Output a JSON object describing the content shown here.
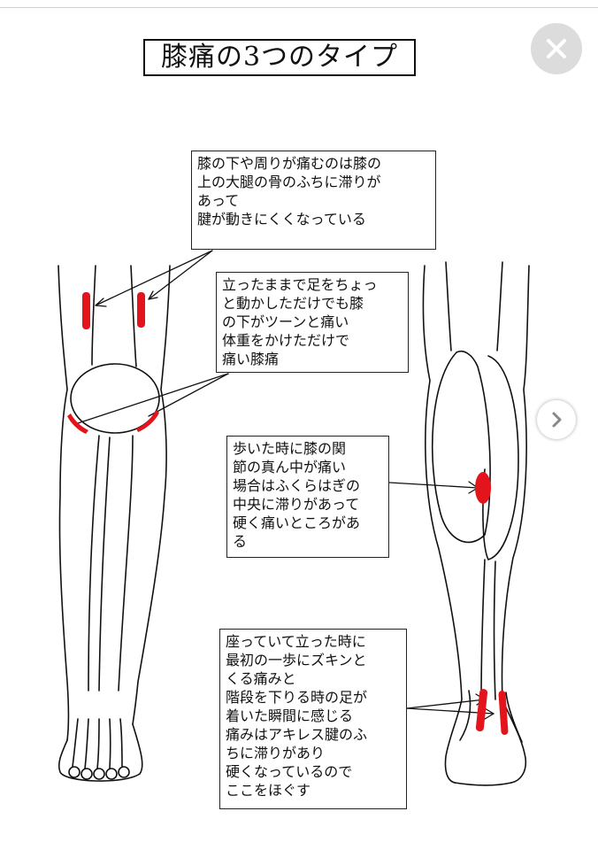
{
  "title": "膝痛の3つのタイプ",
  "controls": {
    "close_icon": "close-icon",
    "next_icon": "chevron-right-icon"
  },
  "notes": [
    "膝の下や周りが痛むのは膝の\n上の大腿の骨のふちに滞りが\nあって\n腱が動きにくくなっている",
    "立ったままで足をちょっ\nと動かしただけでも膝\nの下がツーンと痛い\n体重をかけただけで\n痛い膝痛",
    "歩いた時に膝の関\n節の真ん中が痛い\n場合はふくらはぎの\n中央に滞りがあって\n硬く痛いところがあ\nる",
    "座っていて立った時に\n最初の一歩にズキンと\nくる痛みと\n階段を下りる時の足が\n着いた瞬間に感じる\n痛みはアキレス腱のふ\nちに滞りがあり\n硬くなっているので\nここをほぐす"
  ],
  "colors": {
    "pain_marker": "#e3141c",
    "line": "#111111",
    "close_bg": "#dcdcdc"
  }
}
